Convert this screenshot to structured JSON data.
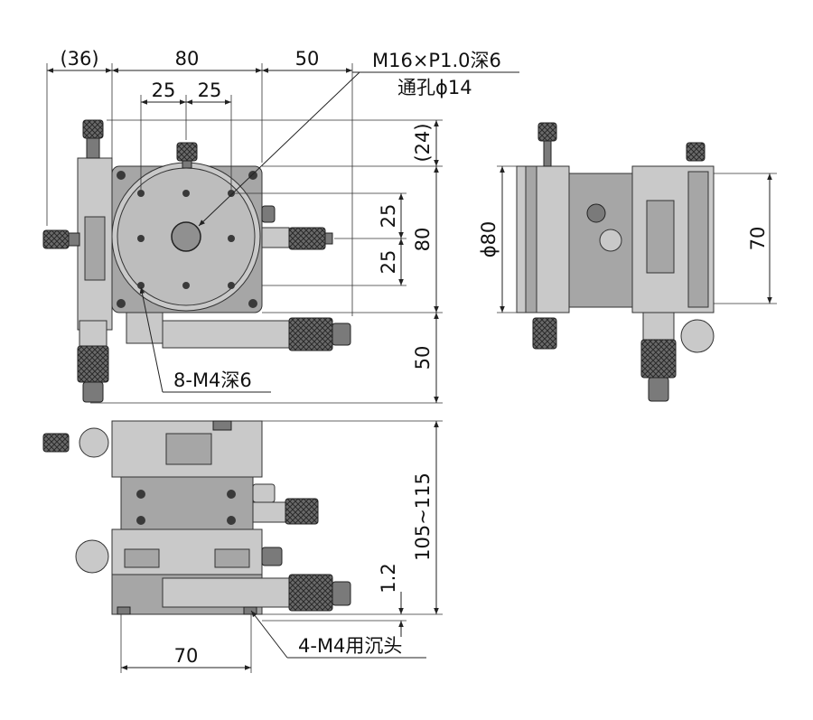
{
  "dimensions": {
    "d36": "(36)",
    "d80_top": "80",
    "d50_top": "50",
    "d25_a": "25",
    "d25_b": "25",
    "d24": "(24)",
    "d25_v1": "25",
    "d25_v2": "25",
    "d80_v": "80",
    "d50_v": "50",
    "phi80": "ϕ80",
    "d70_side": "70",
    "d105_115": "105~115",
    "d1_2": "1.2",
    "d70_bottom": "70"
  },
  "annotations": {
    "thread_line1": "M16×P1.0深6",
    "thread_line2": "通孔ϕ14",
    "holes_8": "8-M4深6",
    "holes_4": "4-M4用沉头"
  },
  "colors": {
    "body": "#a6a6a6",
    "body_light": "#c9c9c9",
    "body_dark": "#7a7a7a",
    "knurl": "#555555",
    "line": "#222222"
  }
}
